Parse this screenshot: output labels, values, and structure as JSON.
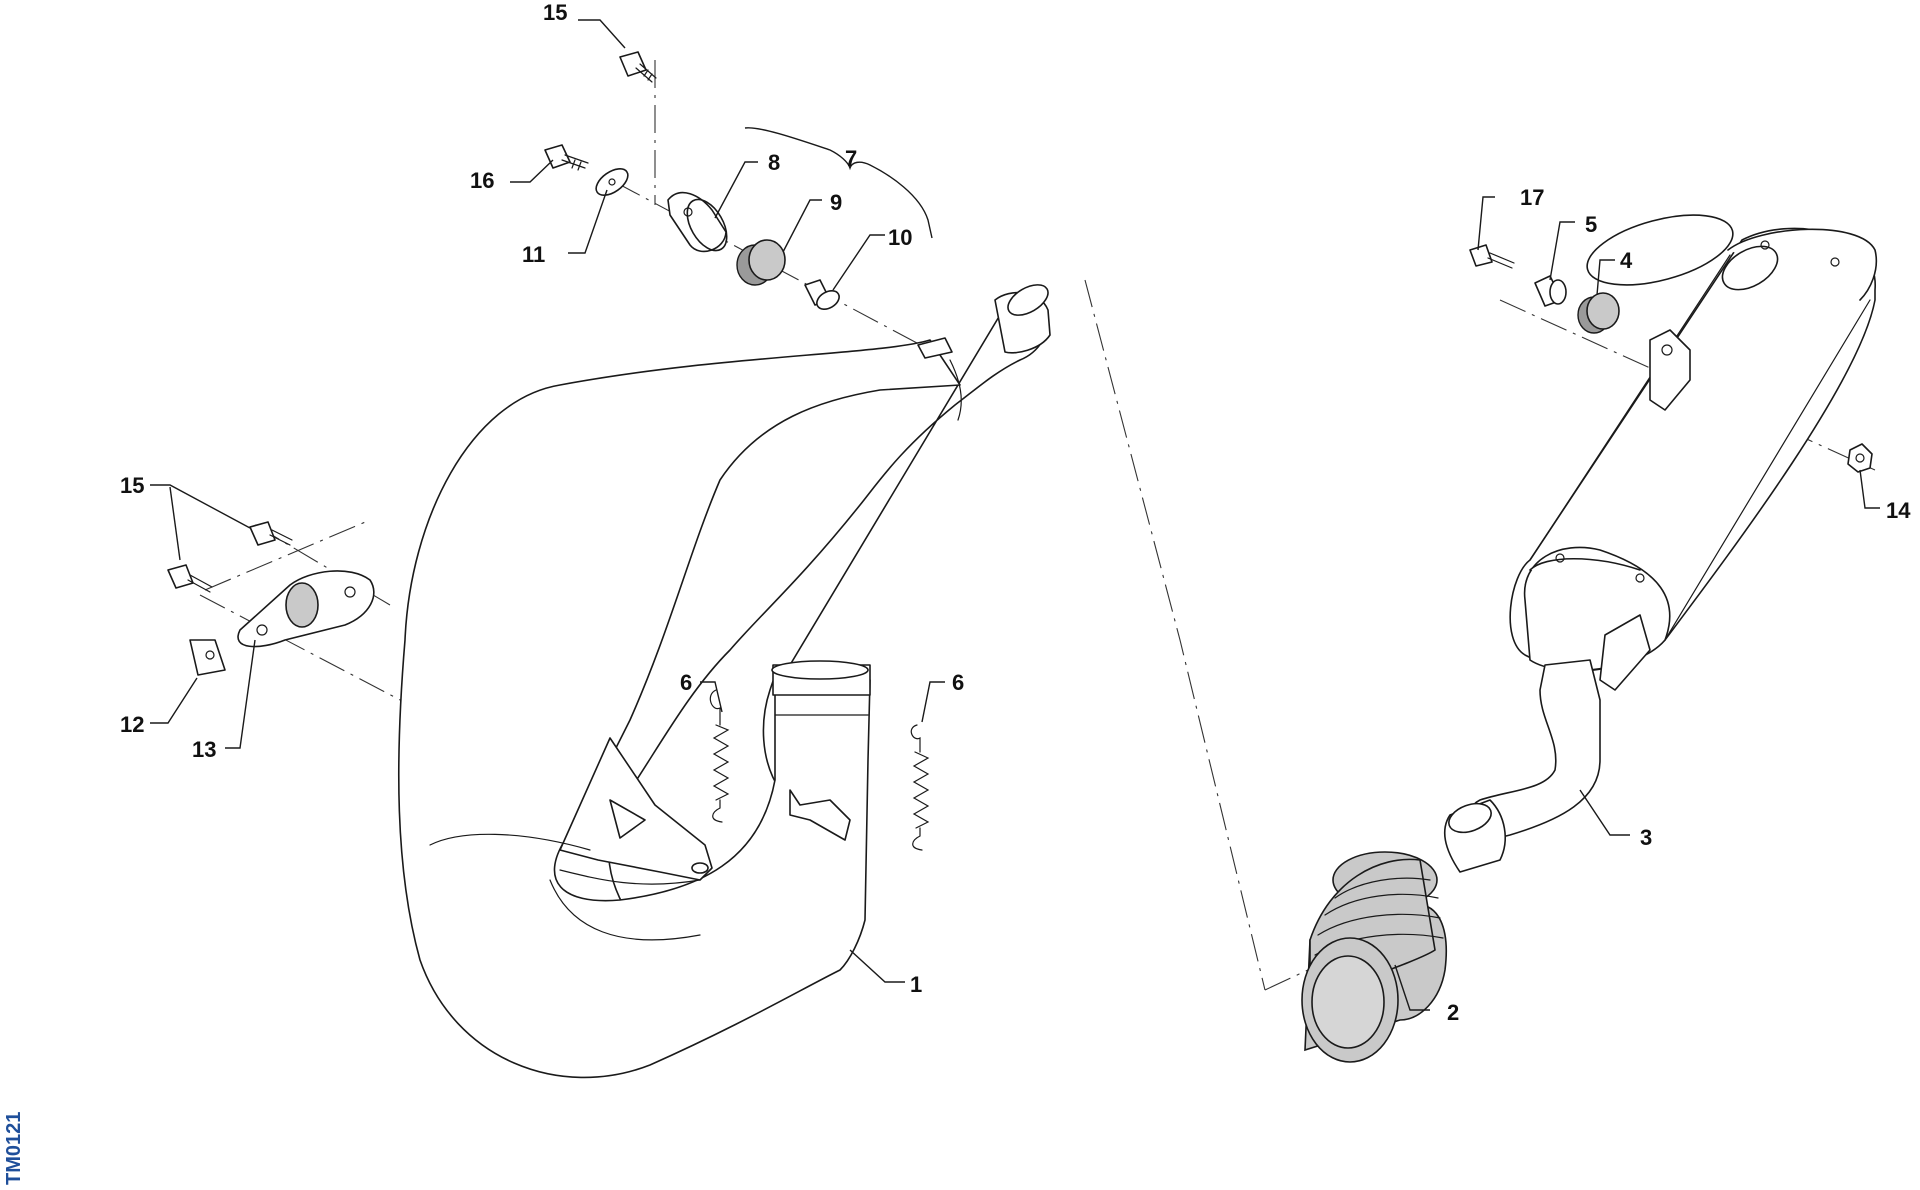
{
  "diagram_code": "TM0121",
  "callouts": {
    "c1": "1",
    "c2": "2",
    "c3": "3",
    "c4": "4",
    "c5": "5",
    "c6a": "6",
    "c6b": "6",
    "c7": "7",
    "c8": "8",
    "c9": "9",
    "c10": "10",
    "c11": "11",
    "c12": "12",
    "c13": "13",
    "c14": "14",
    "c15a": "15",
    "c15b": "15",
    "c16": "16",
    "c17": "17"
  },
  "colors": {
    "line": "#1a1a1a",
    "fill_gray": "#c9c9c9",
    "code_blue": "#1f4f9a"
  }
}
